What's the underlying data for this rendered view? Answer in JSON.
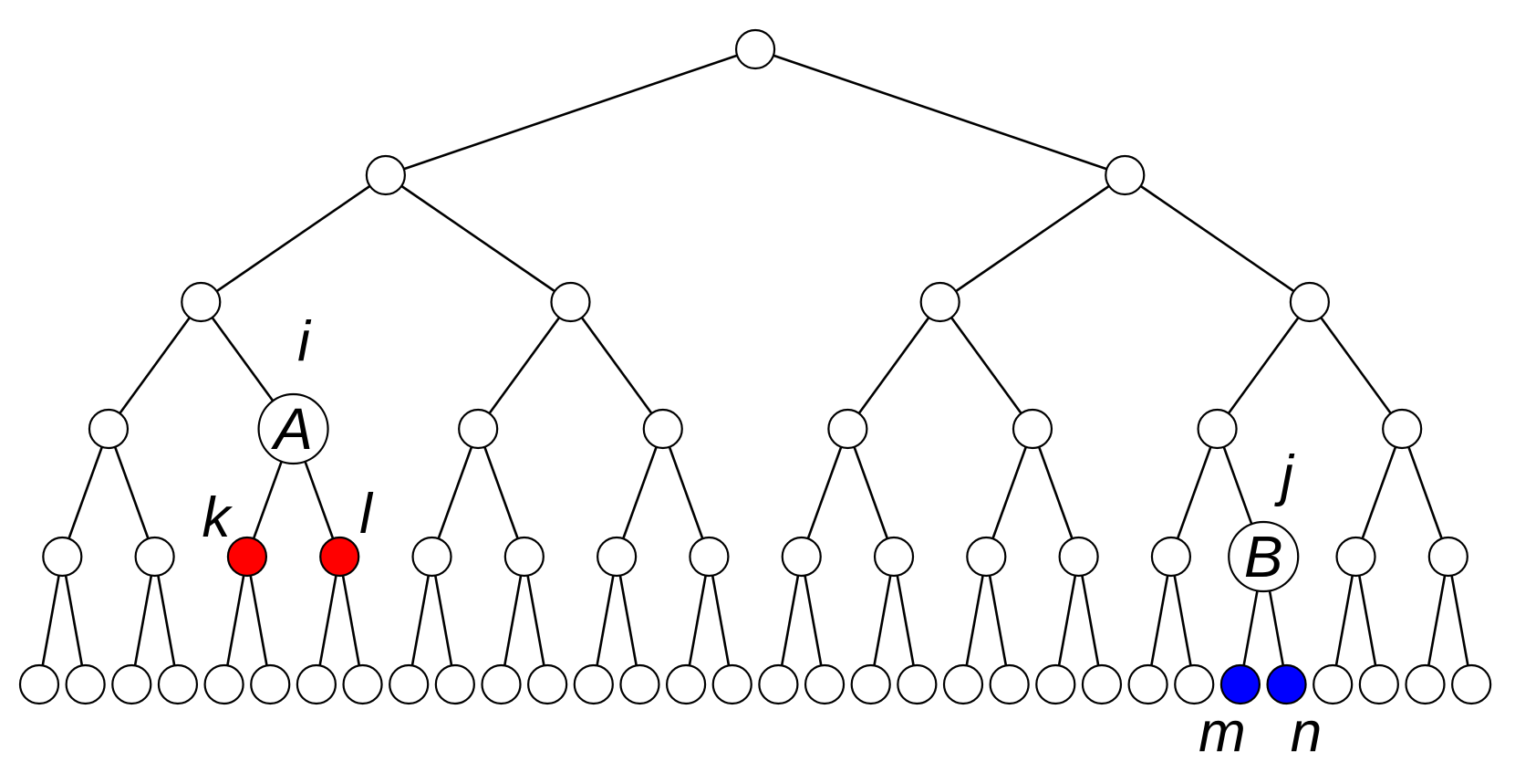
{
  "diagram": {
    "type": "complete-binary-tree",
    "depth": 6,
    "colors": {
      "node_fill": "#ffffff",
      "node_stroke": "#000000",
      "edge": "#000000",
      "red": "#ff0000",
      "blue": "#0000ff",
      "label": "#000000",
      "label_j": "#2a1010"
    },
    "nodes": [
      {
        "level": 3,
        "index": 1,
        "text": "A"
      },
      {
        "level": 4,
        "index": 2,
        "fill": "red"
      },
      {
        "level": 4,
        "index": 3,
        "fill": "red"
      },
      {
        "level": 4,
        "index": 13,
        "text": "B"
      },
      {
        "level": 5,
        "index": 26,
        "fill": "blue"
      },
      {
        "level": 5,
        "index": 27,
        "fill": "blue"
      }
    ],
    "labels": {
      "i": "i",
      "j": "j",
      "k": "k",
      "l": "l",
      "m": "m",
      "n": "n"
    }
  }
}
